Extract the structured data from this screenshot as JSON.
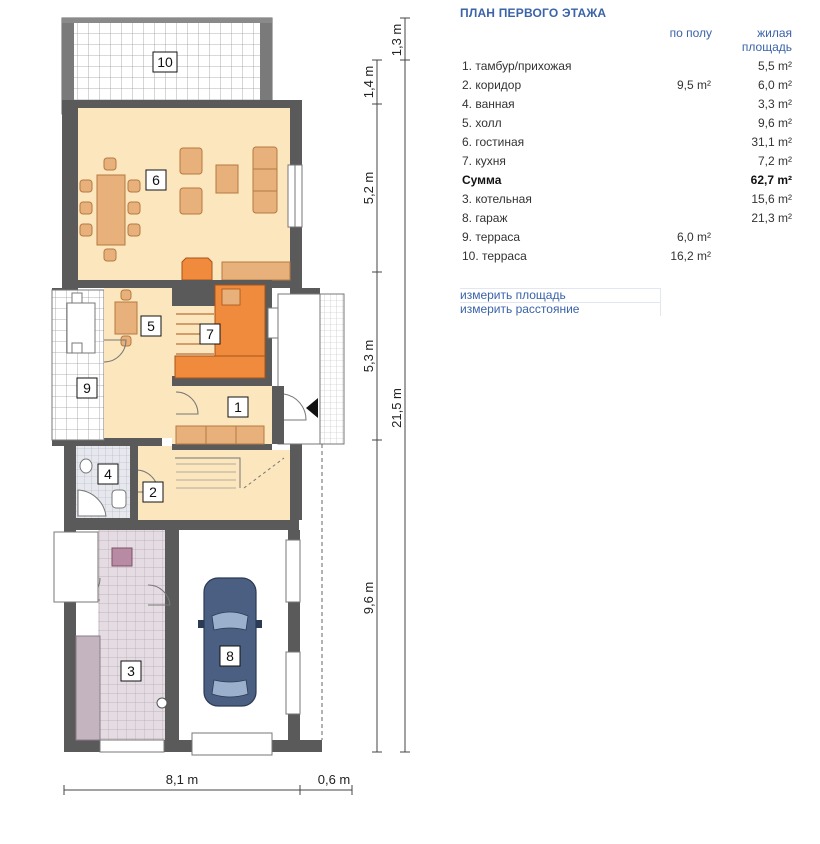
{
  "panel": {
    "title": "ПЛАН ПЕРВОГО ЭТАЖА",
    "col_floor": "по полу",
    "col_living_1": "жилая",
    "col_living_2": "площадь",
    "rows": [
      {
        "name": "1. тамбур/прихожая",
        "floor": "",
        "living": "5,5 m²"
      },
      {
        "name": "2. коридор",
        "floor": "9,5 m²",
        "living": "6,0 m²"
      },
      {
        "name": "4. ванная",
        "floor": "",
        "living": "3,3 m²"
      },
      {
        "name": "5. холл",
        "floor": "",
        "living": "9,6 m²"
      },
      {
        "name": "6. гостиная",
        "floor": "",
        "living": "31,1 m²"
      },
      {
        "name": "7. кухня",
        "floor": "",
        "living": "7,2 m²"
      },
      {
        "name": "Сумма",
        "floor": "",
        "living": "62,7 m²",
        "bold": true
      },
      {
        "name": "3. котельная",
        "floor": "",
        "living": "15,6 m²"
      },
      {
        "name": "8. гараж",
        "floor": "",
        "living": "21,3 m²"
      },
      {
        "name": "9. терраса",
        "floor": "6,0 m²",
        "living": ""
      },
      {
        "name": "10. терраса",
        "floor": "16,2 m²",
        "living": ""
      }
    ],
    "measure_area": "измерить площадь",
    "measure_distance": "измерить расстояние"
  },
  "dimensions": {
    "right_1": "1,3 m",
    "right_2": "1,4 m",
    "right_3": "5,2 m",
    "right_4": "5,3 m",
    "right_5": "9,6 m",
    "right_total": "21,5 m",
    "bottom_1": "8,1 m",
    "bottom_2": "0,6 m"
  },
  "rooms": {
    "r1": "1",
    "r2": "2",
    "r3": "3",
    "r4": "4",
    "r5": "5",
    "r6": "6",
    "r7": "7",
    "r8": "8",
    "r9": "9",
    "r10": "10"
  },
  "colors": {
    "wall": "#5a5a5a",
    "living_floor": "#fbe6bd",
    "kitchen": "#f08a3c",
    "accent_text": "#3a63a8",
    "car": "#4a5f82"
  }
}
